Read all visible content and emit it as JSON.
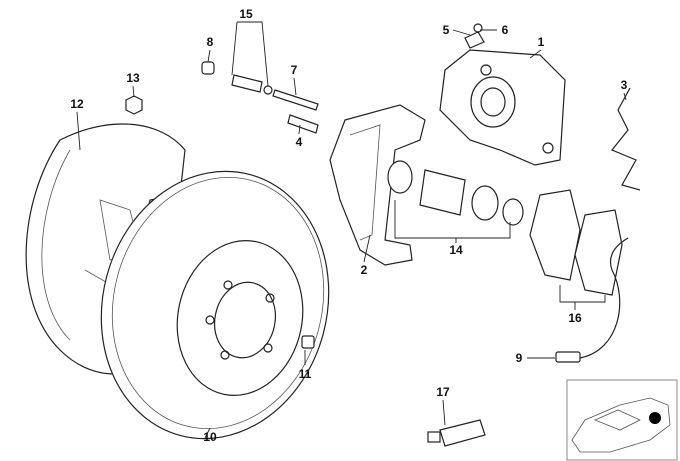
{
  "diagram": {
    "title": "Rear brake exploded view",
    "callouts": {
      "c1": "1",
      "c2": "2",
      "c3": "3",
      "c4": "4",
      "c5": "5",
      "c6": "6",
      "c7": "7",
      "c8": "8",
      "c9": "9",
      "c10": "10",
      "c11": "11",
      "c12": "12",
      "c13": "13",
      "c14": "14",
      "c15": "15",
      "c16": "16",
      "c17": "17"
    }
  },
  "thumbnail": {
    "highlight_color": "#000000"
  }
}
